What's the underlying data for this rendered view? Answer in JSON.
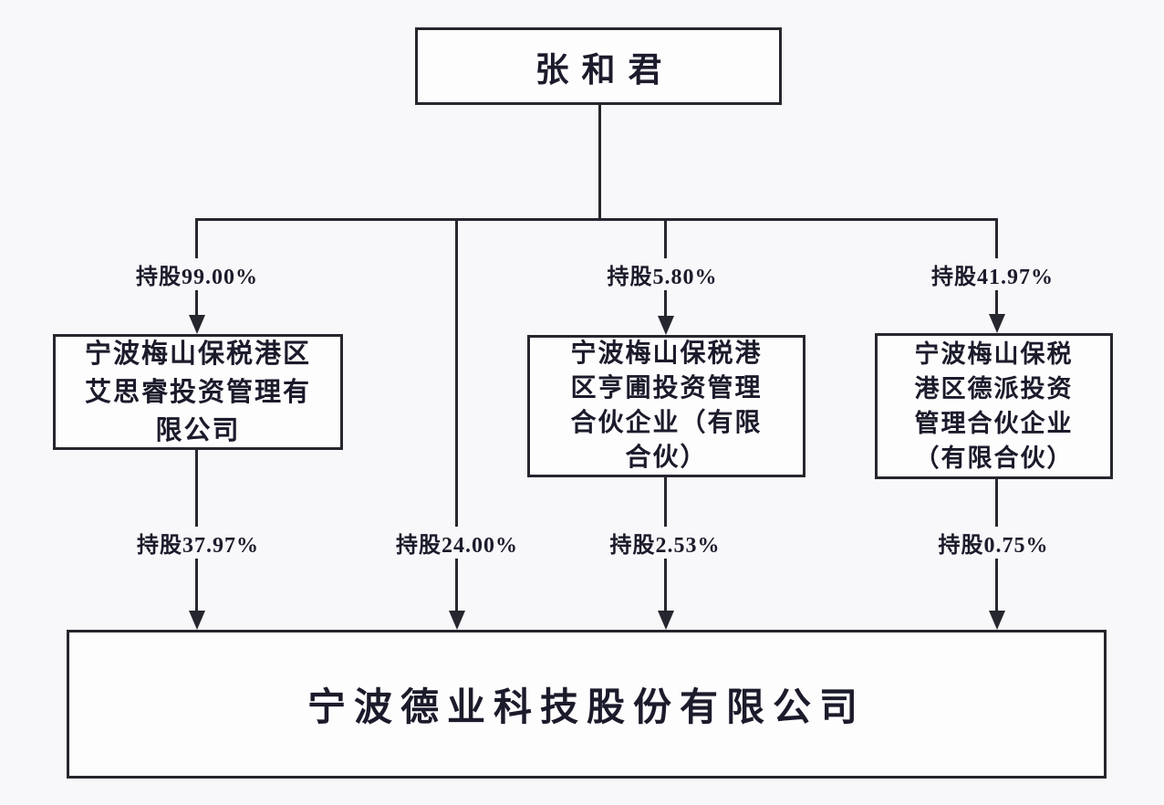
{
  "diagram": {
    "type": "equity-ownership-structure",
    "root": {
      "label": "张和君"
    },
    "entities": [
      {
        "label": "宁波梅山保税港区\n艾思睿投资管理有\n限公司",
        "stake_from_root": "持股99.00%",
        "stake_in_target": "持股37.97%"
      },
      {
        "label": "宁波梅山保税港\n区亨圃投资管理\n合伙企业（有限\n合伙）",
        "stake_from_root": "持股5.80%",
        "stake_in_target": "持股2.53%"
      },
      {
        "label": "宁波梅山保税\n港区德派投资\n管理合伙企业\n（有限合伙）",
        "stake_from_root": "持股41.97%",
        "stake_in_target": "持股0.75%"
      }
    ],
    "direct_stake_in_target": "持股24.00%",
    "target": {
      "label": "宁波德业科技股份有限公司"
    },
    "colors": {
      "line": "#26262e",
      "text": "#1b1b2b",
      "box_border": "#26262e",
      "box_fill": "#fdfdfe",
      "background": "#f8f8fa"
    }
  }
}
